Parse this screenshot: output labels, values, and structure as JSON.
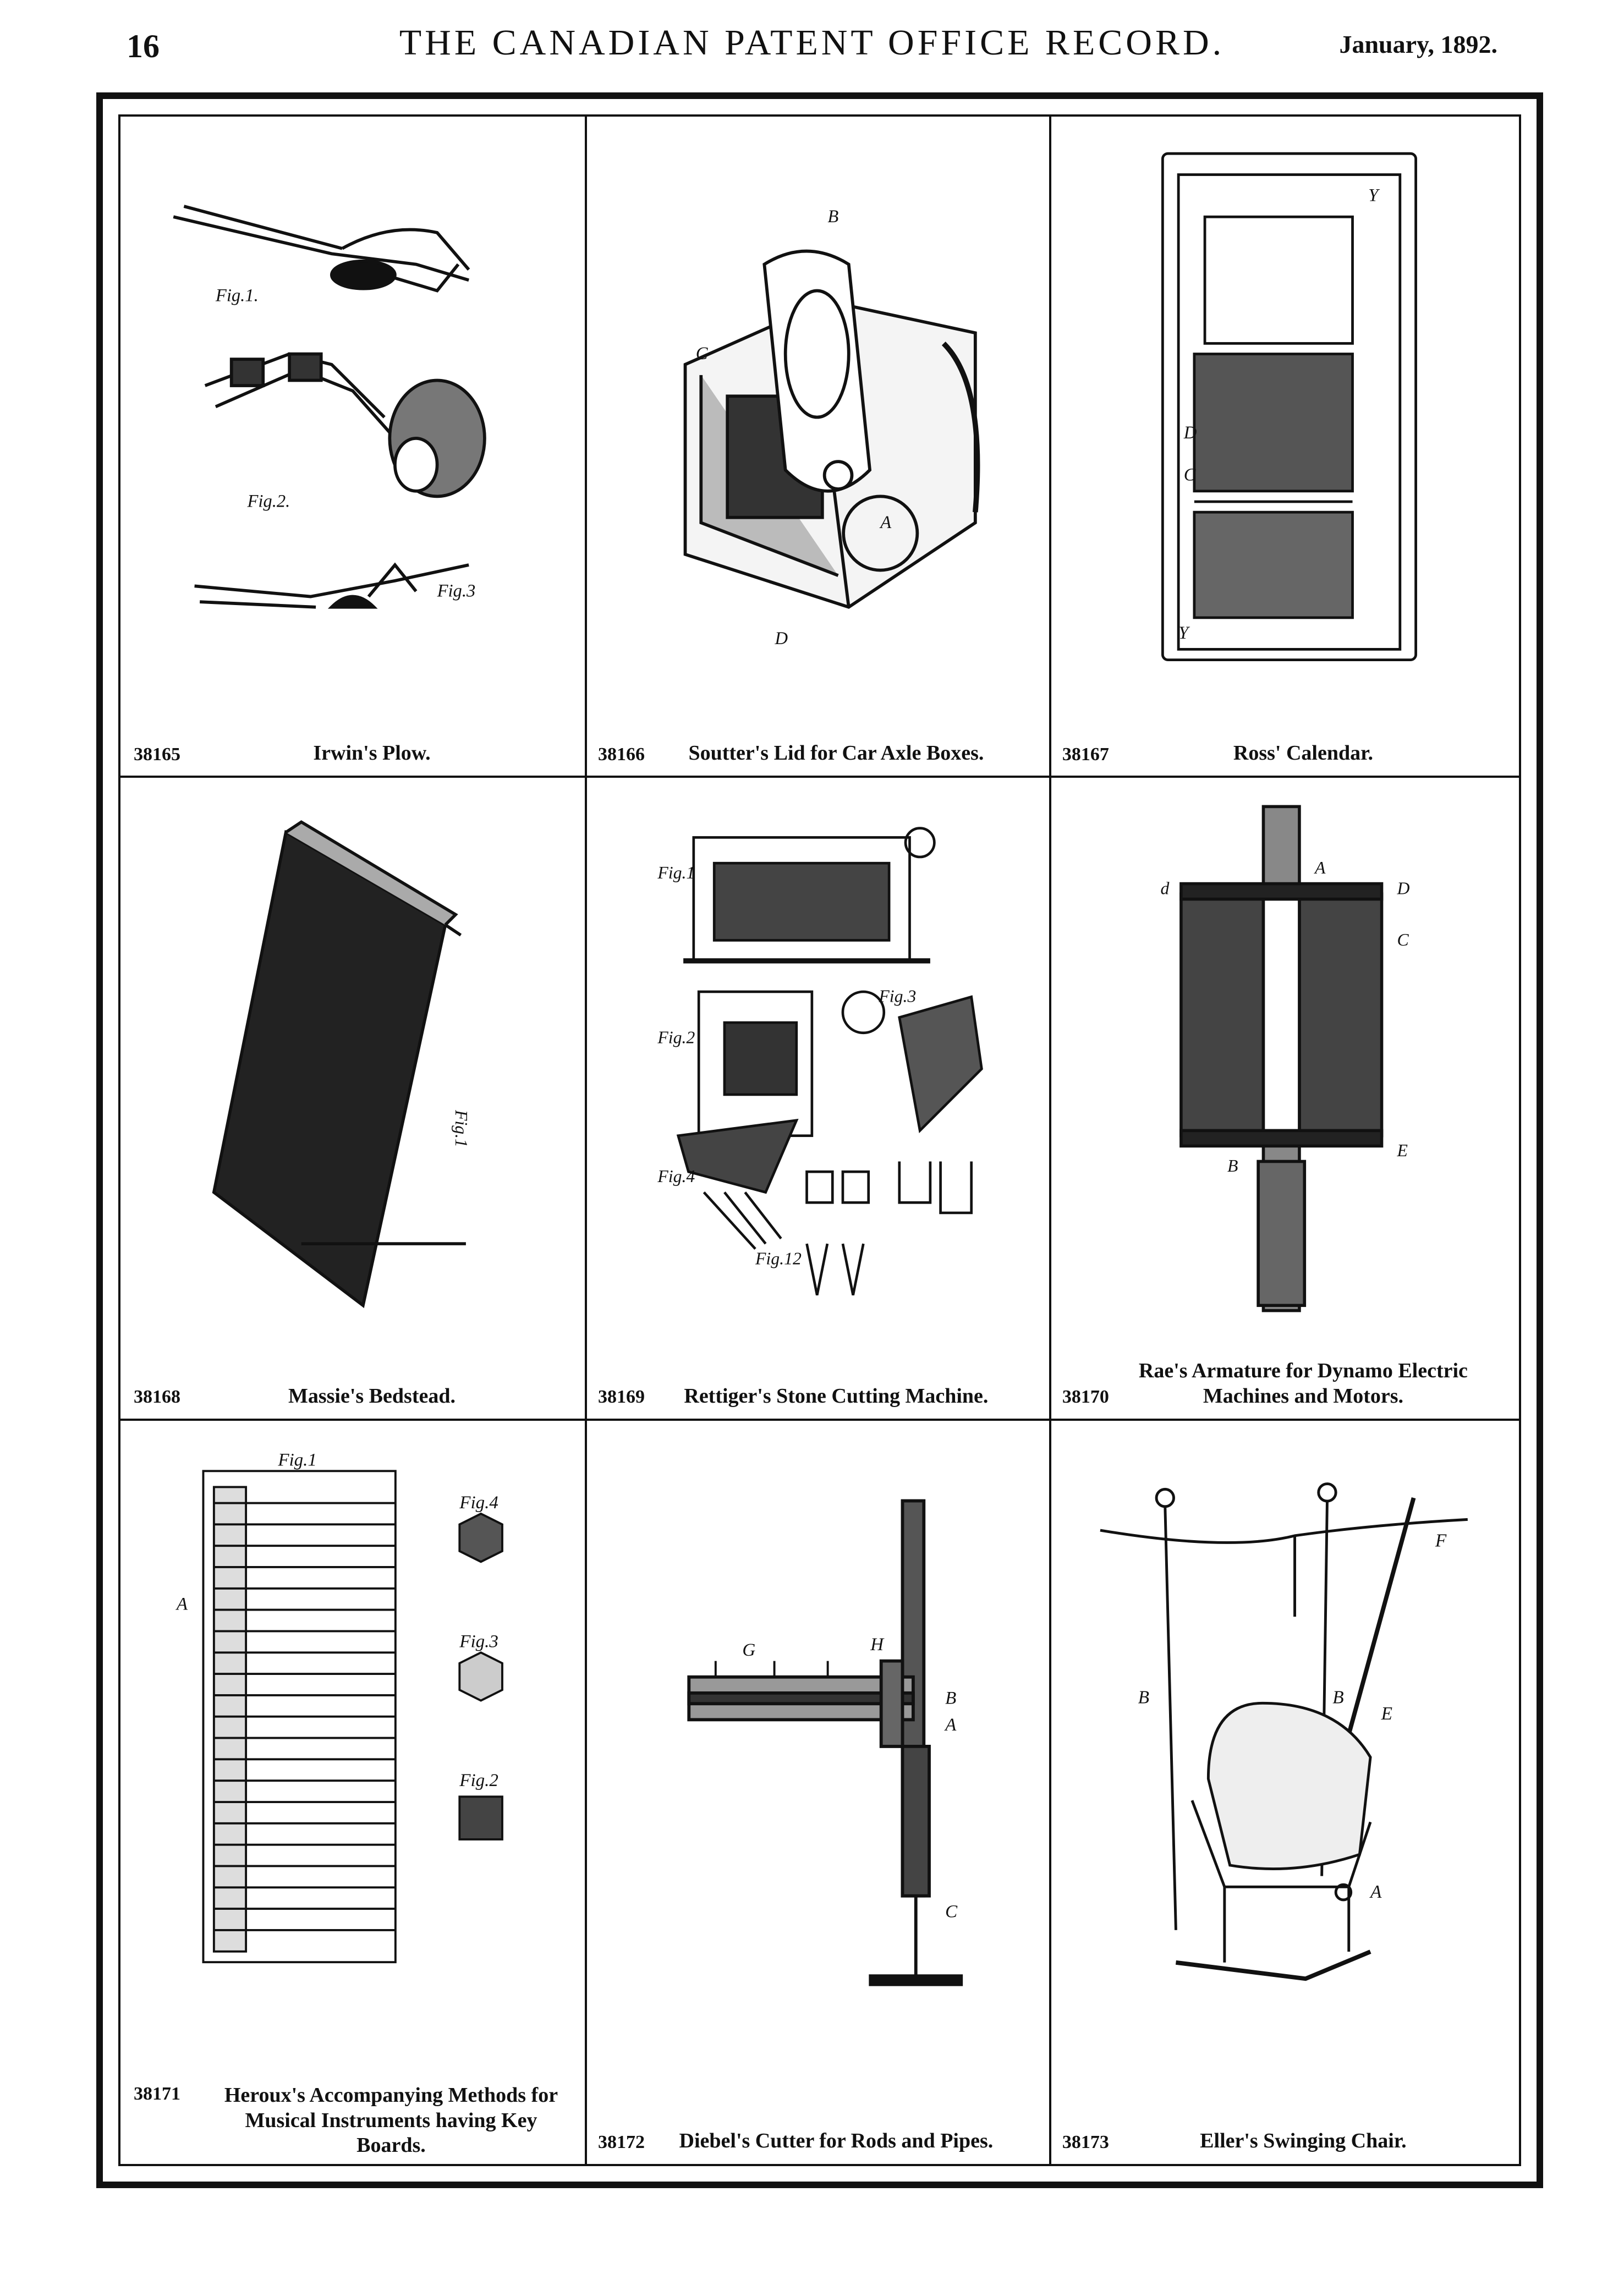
{
  "header": {
    "page_number": "16",
    "journal_title": "THE CANADIAN PATENT OFFICE RECORD.",
    "issue_date": "January, 1892."
  },
  "patents": [
    {
      "number": "38165",
      "title": "Irwin's Plow.",
      "fig_labels": [
        "Fig.1.",
        "Fig.2.",
        "Fig.3"
      ]
    },
    {
      "number": "38166",
      "title": "Soutter's Lid for Car Axle Boxes.",
      "fig_labels": [
        "B",
        "C",
        "A",
        "D"
      ]
    },
    {
      "number": "38167",
      "title": "Ross' Calendar.",
      "fig_labels": [
        "Y",
        "Y",
        "D",
        "C"
      ]
    },
    {
      "number": "38168",
      "title": "Massie's Bedstead.",
      "fig_labels": [
        "Fig.1"
      ]
    },
    {
      "number": "38169",
      "title": "Rettiger's Stone Cutting Machine.",
      "fig_labels": [
        "Fig.1",
        "Fig.2",
        "Fig.3",
        "Fig.4",
        "Fig.12"
      ]
    },
    {
      "number": "38170",
      "title": "Rae's Armature for Dynamo Electric Machines and Motors.",
      "fig_labels": [
        "A",
        "D",
        "E",
        "C",
        "B",
        "d"
      ]
    },
    {
      "number": "38171",
      "title": "Heroux's Accompanying Methods for Musical Instruments having Key Boards.",
      "fig_labels": [
        "Fig.1",
        "Fig.4",
        "Fig.3",
        "Fig.2",
        "A"
      ]
    },
    {
      "number": "38172",
      "title": "Diebel's Cutter for Rods and Pipes.",
      "fig_labels": [
        "A",
        "B",
        "C",
        "G",
        "H"
      ]
    },
    {
      "number": "38173",
      "title": "Eller's Swinging Chair.",
      "fig_labels": [
        "B",
        "B",
        "E",
        "F",
        "A"
      ]
    }
  ]
}
